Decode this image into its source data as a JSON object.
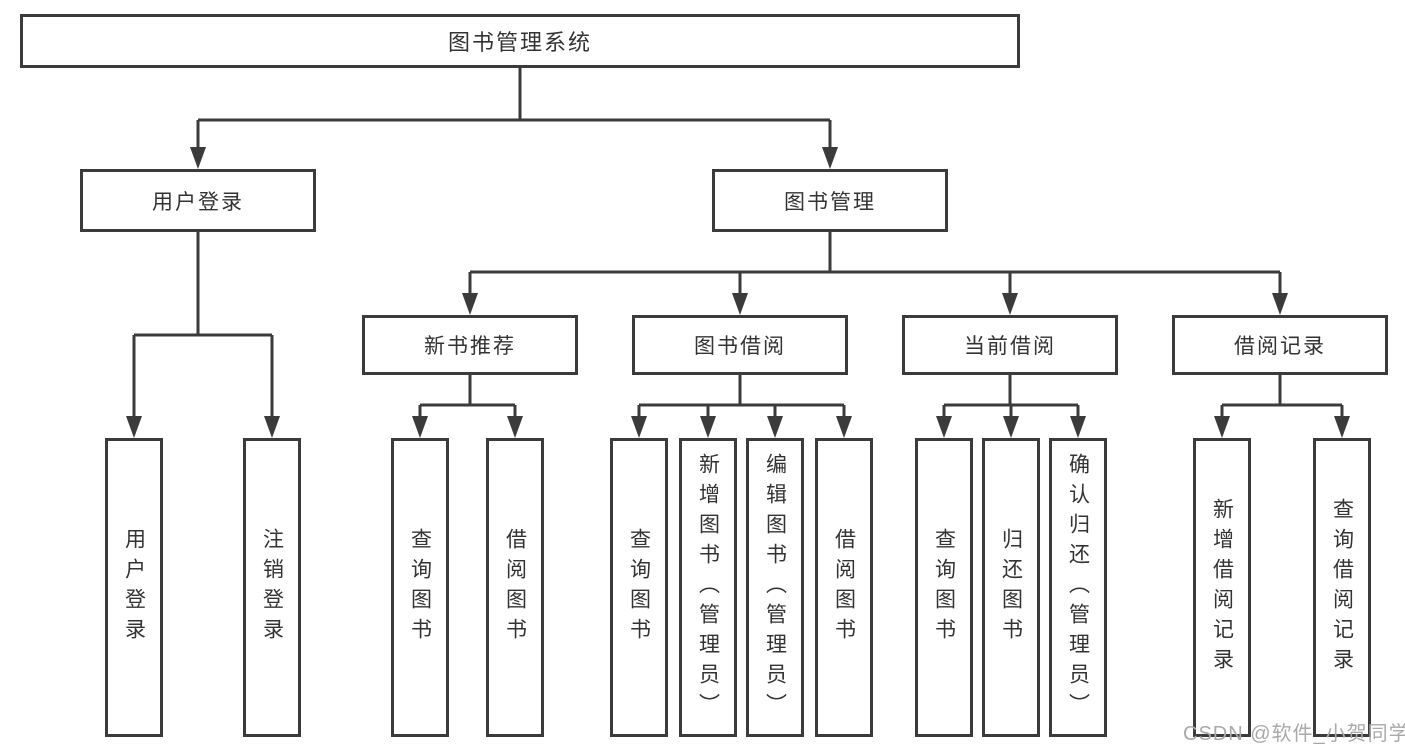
{
  "tree": {
    "root": "图书管理系统",
    "branches": [
      {
        "label": "用户登录",
        "leaves": [
          "用户登录",
          "注销登录"
        ]
      },
      {
        "label": "图书管理",
        "groups": [
          {
            "label": "新书推荐",
            "leaves": [
              "查询图书",
              "借阅图书"
            ]
          },
          {
            "label": "图书借阅",
            "leaves": [
              "查询图书",
              "新增图书（管理员）",
              "编辑图书（管理员）",
              "借阅图书"
            ]
          },
          {
            "label": "当前借阅",
            "leaves": [
              "查询图书",
              "归还图书",
              "确认归还（管理员）"
            ]
          },
          {
            "label": "借阅记录",
            "leaves": [
              "新增借阅记录",
              "查询借阅记录"
            ]
          }
        ]
      }
    ]
  },
  "watermark": "CSDN @软件_小贺同学",
  "colors": {
    "line": "#3b3b3b",
    "text": "#333333",
    "watermark": "#a9a9a9",
    "background": "#ffffff"
  }
}
